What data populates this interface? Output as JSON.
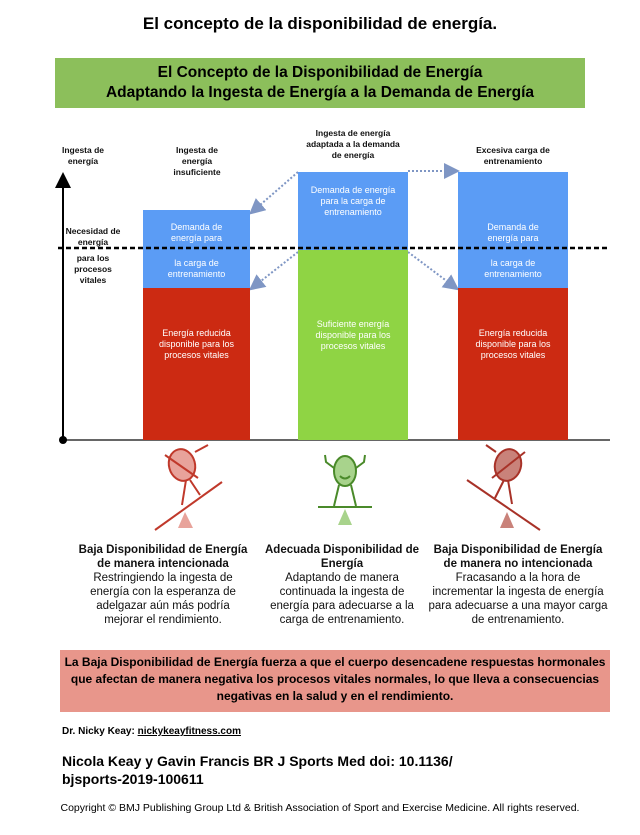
{
  "page_title": "El concepto de la disponibilidad de energía.",
  "banner": {
    "line1": "El Concepto de la Disponibilidad de Energía",
    "line2": "Adaptando la Ingesta de Energía a la Demanda de Energía"
  },
  "axis": {
    "y_label": "Ingesta de energía",
    "need_label": "Necesidad de energía",
    "need_label2": "para los procesos vitales"
  },
  "columns": [
    {
      "header": "Ingesta de energía insuficiente",
      "blue_top": "Demanda de energía para",
      "blue_bottom": "la carga de entrenamiento",
      "lower": "Energía reducida disponible para los procesos vitales",
      "caption_title": "Baja Disponibilidad de Energía de manera intencionada",
      "caption_text": "Restringiendo la ingesta de energía con la esperanza de adelgazar aún más podría mejorar el rendimiento."
    },
    {
      "header": "Ingesta de energía adaptada a la demanda de energía",
      "blue_top": "Demanda de energía para la carga de entrenamiento",
      "lower": "Suficiente energía disponible para los procesos vitales",
      "caption_title": "Adecuada Disponibilidad de Energía",
      "caption_text": "Adaptando de manera continuada la ingesta de energía para adecuarse a la carga de entrenamiento."
    },
    {
      "header": "Excesiva carga de entrenamiento",
      "blue_top": "Demanda de energía para",
      "blue_bottom": "la carga de entrenamiento",
      "lower": "Energía reducida disponible para los procesos vitales",
      "caption_title": "Baja Disponibilidad de Energía de manera no intencionada",
      "caption_text": "Fracasando a la hora de incrementar la ingesta de energía para adecuarse a una mayor carga de entrenamiento."
    }
  ],
  "summary": "La Baja Disponibilidad de Energía fuerza a que el cuerpo desencadene respuestas hormonales que afectan de manera negativa los procesos vitales normales, lo que lleva a consecuencias negativas en la salud y en el rendimiento.",
  "author_prefix": "Dr. Nicky Keay: ",
  "author_link": "nickykeayfitness.com",
  "reference": "Nicola Keay y Gavin Francis BR J Sports Med doi: 10.1136/ bjsports-2019-100611",
  "copyright": "Copyright © BMJ Publishing Group Ltd & British Association of Sport and Exercise Medicine. All rights reserved.",
  "colors": {
    "banner": "#8cbf5b",
    "blue": "#5b9cf5",
    "red": "#cc2a12",
    "green": "#8fd444",
    "pink": "#e8968b"
  }
}
